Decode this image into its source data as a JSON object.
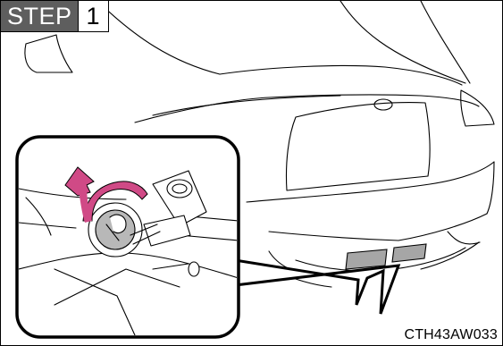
{
  "step": {
    "word": "STEP",
    "number": "1"
  },
  "figure_code": "CTH43AW033",
  "colors": {
    "badge_background": "#5e5e5e",
    "arrow": "#d04a86",
    "line": "#000000"
  },
  "icons": {
    "rotation_arrow": "curved-arrow-counterclockwise"
  }
}
